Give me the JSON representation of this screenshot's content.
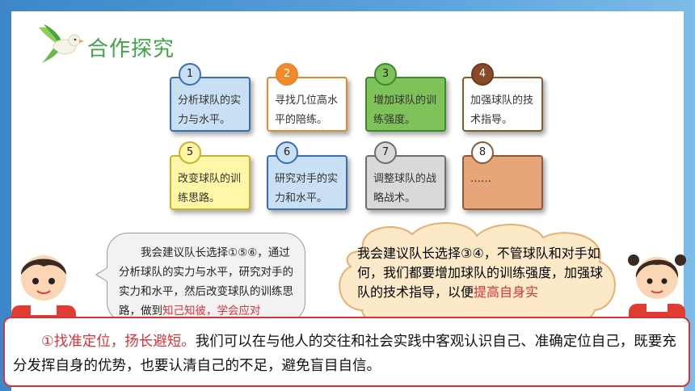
{
  "title": "合作探究",
  "cards": [
    {
      "num": "1",
      "text": "分析球队的实力与水平。",
      "fill": "#c9dff3",
      "border": "#3b6db0"
    },
    {
      "num": "2",
      "text": "寻找几位高水平的陪练。",
      "fill": "#ffffff",
      "border": "#e6892e"
    },
    {
      "num": "3",
      "text": "增加球队的训练强度。",
      "fill": "#7fc25a",
      "border": "#3b8a2e"
    },
    {
      "num": "4",
      "text": "加强球队的技术指导。",
      "fill": "#ffffff",
      "border": "#8a5a2e"
    },
    {
      "num": "5",
      "text": "改变球队的训练思路。",
      "fill": "#fff6a8",
      "border": "#c9b32e"
    },
    {
      "num": "6",
      "text": "研究对手的实力和水平。",
      "fill": "#c9dff3",
      "border": "#3b6db0"
    },
    {
      "num": "7",
      "text": "调整球队的战略战术。",
      "fill": "#d9d9d9",
      "border": "#6e6e6e"
    },
    {
      "num": "8",
      "text": "……",
      "fill": "#e8a57a",
      "border": "#8a5a3a"
    }
  ],
  "left_speech": {
    "text": "我会建议队长选择①⑤⑥，通过分析球队的实力与水平，研究对手的实力和水平，然后改变球队的训练思路，做到",
    "highlight": "知己知彼，学会应对"
  },
  "right_speech": {
    "text": "我会建议队长选择③④，不管球队和对手如何，我们都要增加球队的训练强度，加强球队的技术指导，以便",
    "highlight": "提高自身实"
  },
  "answer": {
    "highlight": "①找准定位，扬长避短。",
    "text": "我们可以在与他人的交往和社会实践中客观认识自己、准确定位自己，既要充分发挥自身的优势，也要认清自己的不足，避免盲目自信。"
  }
}
